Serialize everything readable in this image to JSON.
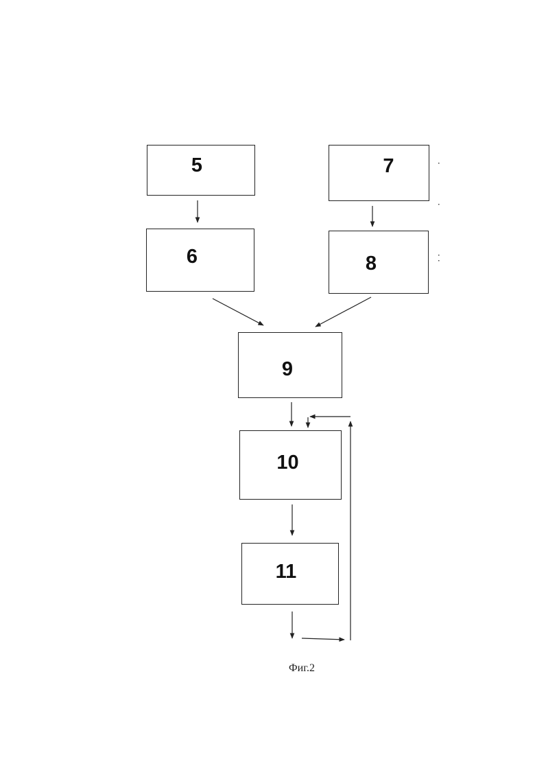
{
  "blocks": {
    "b5": "5",
    "b6": "6",
    "b7": "7",
    "b8": "8",
    "b9": "9",
    "b10": "10",
    "b11": "11"
  },
  "caption": "Фиг.2"
}
